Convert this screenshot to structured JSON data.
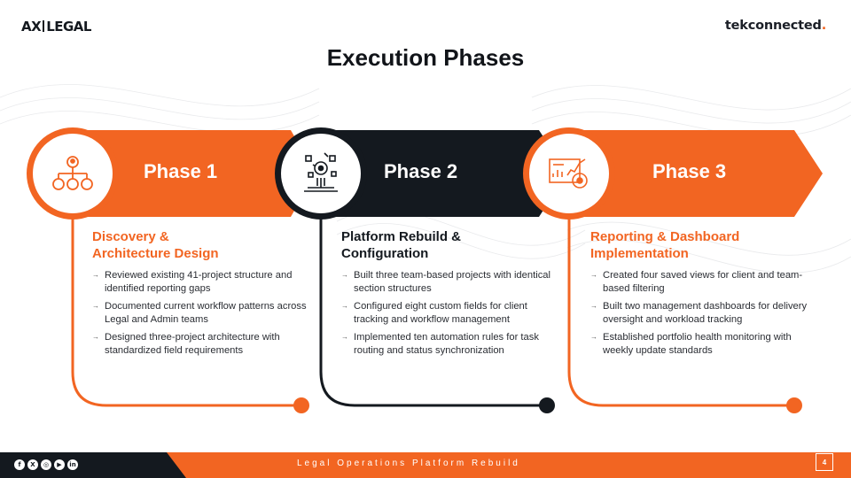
{
  "header": {
    "logo_left_a": "AX",
    "logo_left_b": "LEGAL",
    "logo_right": "tekconnected",
    "logo_right_dot": "."
  },
  "title": "Execution Phases",
  "phases": [
    {
      "label": "Phase 1",
      "icon": "org-chart-icon",
      "heading_line1": "Discovery &",
      "heading_line2": "Architecture Design",
      "bullets": [
        "Reviewed existing 41-project structure and identified reporting gaps",
        "Documented current workflow patterns across Legal and Admin teams",
        "Designed three-project architecture with standardized field requirements"
      ]
    },
    {
      "label": "Phase 2",
      "icon": "platform-build-icon",
      "heading_line1": "Platform Rebuild &",
      "heading_line2": "Configuration",
      "bullets": [
        "Built three team-based projects with identical section structures",
        "Configured eight custom fields for client tracking and workflow management",
        "Implemented ten automation rules for task routing and status synchronization"
      ]
    },
    {
      "label": "Phase 3",
      "icon": "dashboard-analytics-icon",
      "heading_line1": "Reporting & Dashboard",
      "heading_line2": "Implementation",
      "bullets": [
        "Created four saved views for client and team-based filtering",
        "Built two management dashboards for delivery oversight and workload tracking",
        "Established portfolio health monitoring with weekly update standards"
      ]
    }
  ],
  "footer": {
    "text": "Legal Operations Platform Rebuild",
    "page_number": "4",
    "socials": [
      "facebook-icon",
      "x-icon",
      "instagram-icon",
      "youtube-icon",
      "linkedin-icon"
    ]
  },
  "colors": {
    "accent": "#f26522",
    "dark": "#14191f"
  }
}
